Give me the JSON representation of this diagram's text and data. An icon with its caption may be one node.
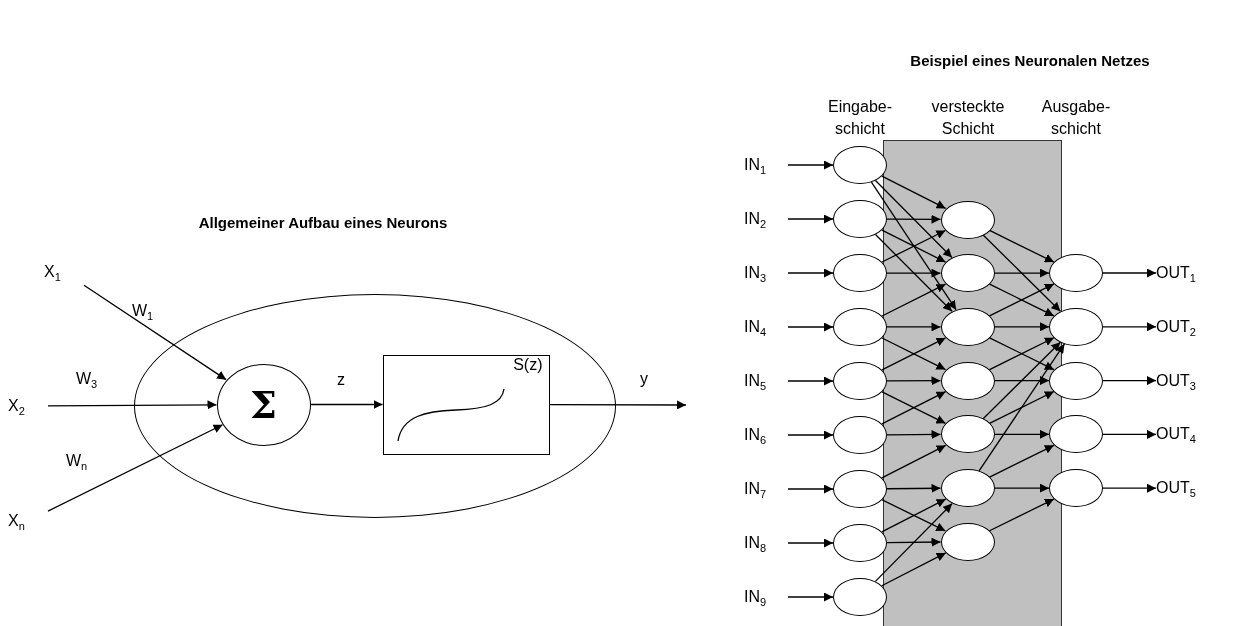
{
  "diagram": {
    "nodes": [
      {
        "text": [
          "X$_{1}$"
        ]
      },
      {
        "text": [
          "X$_{2}$"
        ]
      },
      {
        "text": [
          "X$_{n}$"
        ]
      },
      {
        "text": [],
        "shape": "ellipse"
      },
      {
        "text": [
          "Σ"
        ],
        "in": 3
      },
      {
        "text": [
          "S(z)"
        ],
        "in": 3
      },
      {
        "text": [],
        "shape": "box"
      },
      {
        "text": [
          "IN$_{1}$"
        ]
      },
      {
        "text": [
          "IN$_{2}$"
        ]
      },
      {
        "text": [
          "IN$_{3}$"
        ]
      },
      {
        "text": [
          "IN$_{4}$"
        ]
      },
      {
        "text": [
          "IN$_{5}$"
        ]
      },
      {
        "text": [
          "IN$_{6}$"
        ]
      },
      {
        "text": [
          "IN$_{7}$"
        ]
      },
      {
        "text": [
          "IN$_{8}$"
        ]
      },
      {
        "text": [
          "IN$_{9}$"
        ]
      },
      {
        "text": [],
        "shape": "ellipse"
      },
      {
        "text": [],
        "shape": "ellipse"
      },
      {
        "text": [],
        "shape": "ellipse"
      },
      {
        "text": [],
        "shape": "ellipse"
      },
      {
        "text": [],
        "shape": "ellipse"
      },
      {
        "text": [],
        "shape": "ellipse"
      },
      {
        "text": [],
        "shape": "ellipse"
      },
      {
        "text": [],
        "shape": "ellipse"
      },
      {
        "text": [],
        "shape": "ellipse"
      },
      {
        "text": [],
        "shape": "ellipse",
        "in": 6
      },
      {
        "text": [],
        "shape": "ellipse",
        "in": 6
      },
      {
        "text": [],
        "shape": "ellipse",
        "in": 6
      },
      {
        "text": [],
        "shape": "ellipse",
        "in": 6
      },
      {
        "text": [],
        "shape": "ellipse",
        "in": 6
      },
      {
        "text": [],
        "shape": "ellipse",
        "in": 6
      },
      {
        "text": [],
        "shape": "ellipse",
        "in": 6
      },
      {
        "text": [],
        "shape": "ellipse"
      },
      {
        "text": [],
        "shape": "ellipse"
      },
      {
        "text": [],
        "shape": "ellipse"
      },
      {
        "text": [],
        "shape": "ellipse"
      },
      {
        "text": [],
        "shape": "ellipse"
      },
      {
        "text": [
          "OUT$_{1}$"
        ]
      },
      {
        "text": [
          "OUT$_{2}$"
        ]
      },
      {
        "text": [
          "OUT$_{3}$"
        ]
      },
      {
        "text": [
          "OUT$_{4}$"
        ]
      },
      {
        "text": [
          "OUT$_{5}$"
        ]
      }
    ],
    "edges": [
      {
        "from": 0,
        "to": 4,
        "arrow": "to",
        "label": "W$_{1}$"
      },
      {
        "from": 1,
        "to": 4,
        "arrow": "to",
        "label": "W$_{3}$"
      },
      {
        "from": 2,
        "to": 4,
        "arrow": "to",
        "label": "W$_{n}$"
      },
      {
        "from": 4,
        "to": 5,
        "arrow": "to",
        "label": "z"
      },
      {
        "from": 5,
        "to": null,
        "arrow": "to",
        "label": "y"
      },
      {
        "from": 7,
        "to": 16,
        "arrow": "to"
      },
      {
        "from": 8,
        "to": 17,
        "arrow": "to"
      },
      {
        "from": 9,
        "to": 18,
        "arrow": "to"
      },
      {
        "from": 10,
        "to": 19,
        "arrow": "to"
      },
      {
        "from": 11,
        "to": 20,
        "arrow": "to"
      },
      {
        "from": 12,
        "to": 21,
        "arrow": "to"
      },
      {
        "from": 13,
        "to": 22,
        "arrow": "to"
      },
      {
        "from": 14,
        "to": 23,
        "arrow": "to"
      },
      {
        "from": 15,
        "to": 24,
        "arrow": "to"
      },
      {
        "from": 16,
        "to": 25,
        "arrow": "to"
      },
      {
        "from": 16,
        "to": 26,
        "arrow": "to"
      },
      {
        "from": 16,
        "to": 27,
        "arrow": "to"
      },
      {
        "from": 17,
        "to": 25,
        "arrow": "to"
      },
      {
        "from": 17,
        "to": 26,
        "arrow": "to"
      },
      {
        "from": 17,
        "to": 27,
        "arrow": "to"
      },
      {
        "from": 18,
        "to": 25,
        "arrow": "to"
      },
      {
        "from": 18,
        "to": 26,
        "arrow": "to"
      },
      {
        "from": 19,
        "to": 26,
        "arrow": "to"
      },
      {
        "from": 19,
        "to": 27,
        "arrow": "to"
      },
      {
        "from": 19,
        "to": 28,
        "arrow": "to"
      },
      {
        "from": 20,
        "to": 27,
        "arrow": "to"
      },
      {
        "from": 20,
        "to": 28,
        "arrow": "to"
      },
      {
        "from": 20,
        "to": 29,
        "arrow": "to"
      },
      {
        "from": 21,
        "to": 28,
        "arrow": "to"
      },
      {
        "from": 21,
        "to": 29,
        "arrow": "to"
      },
      {
        "from": 22,
        "to": 29,
        "arrow": "to"
      },
      {
        "from": 22,
        "to": 30,
        "arrow": "to"
      },
      {
        "from": 22,
        "to": 31,
        "arrow": "to"
      },
      {
        "from": 23,
        "to": 30,
        "arrow": "to"
      },
      {
        "from": 23,
        "to": 31,
        "arrow": "to"
      },
      {
        "from": 24,
        "to": 30,
        "arrow": "to"
      },
      {
        "from": 24,
        "to": 31,
        "arrow": "to"
      },
      {
        "from": 25,
        "to": 32,
        "arrow": "to"
      },
      {
        "from": 25,
        "to": 33,
        "arrow": "to"
      },
      {
        "from": 26,
        "to": 32,
        "arrow": "to"
      },
      {
        "from": 26,
        "to": 33,
        "arrow": "to"
      },
      {
        "from": 27,
        "to": 32,
        "arrow": "to"
      },
      {
        "from": 27,
        "to": 33,
        "arrow": "to"
      },
      {
        "from": 27,
        "to": 34,
        "arrow": "to"
      },
      {
        "from": 28,
        "to": 33,
        "arrow": "to"
      },
      {
        "from": 28,
        "to": 34,
        "arrow": "to"
      },
      {
        "from": 29,
        "to": 33,
        "arrow": "to"
      },
      {
        "from": 29,
        "to": 34,
        "arrow": "to"
      },
      {
        "from": 29,
        "to": 35,
        "arrow": "to"
      },
      {
        "from": 30,
        "to": 33,
        "arrow": "to"
      },
      {
        "from": 30,
        "to": 35,
        "arrow": "to"
      },
      {
        "from": 30,
        "to": 36,
        "arrow": "to"
      },
      {
        "from": 31,
        "to": 36,
        "arrow": "to"
      },
      {
        "from": 32,
        "to": 37,
        "arrow": "to"
      },
      {
        "from": 33,
        "to": 38,
        "arrow": "to"
      },
      {
        "from": 34,
        "to": 39,
        "arrow": "to"
      },
      {
        "from": 35,
        "to": 40,
        "arrow": "to"
      },
      {
        "from": 36,
        "to": 41,
        "arrow": "to"
      }
    ],
    "labels": [
      "Allgemeiner Aufbau eines Neurons",
      "Beispiel eines Neuronalen Netzes",
      "Eingabe- schicht",
      "versteckte Schicht",
      "Ausgabe- schicht"
    ]
  }
}
